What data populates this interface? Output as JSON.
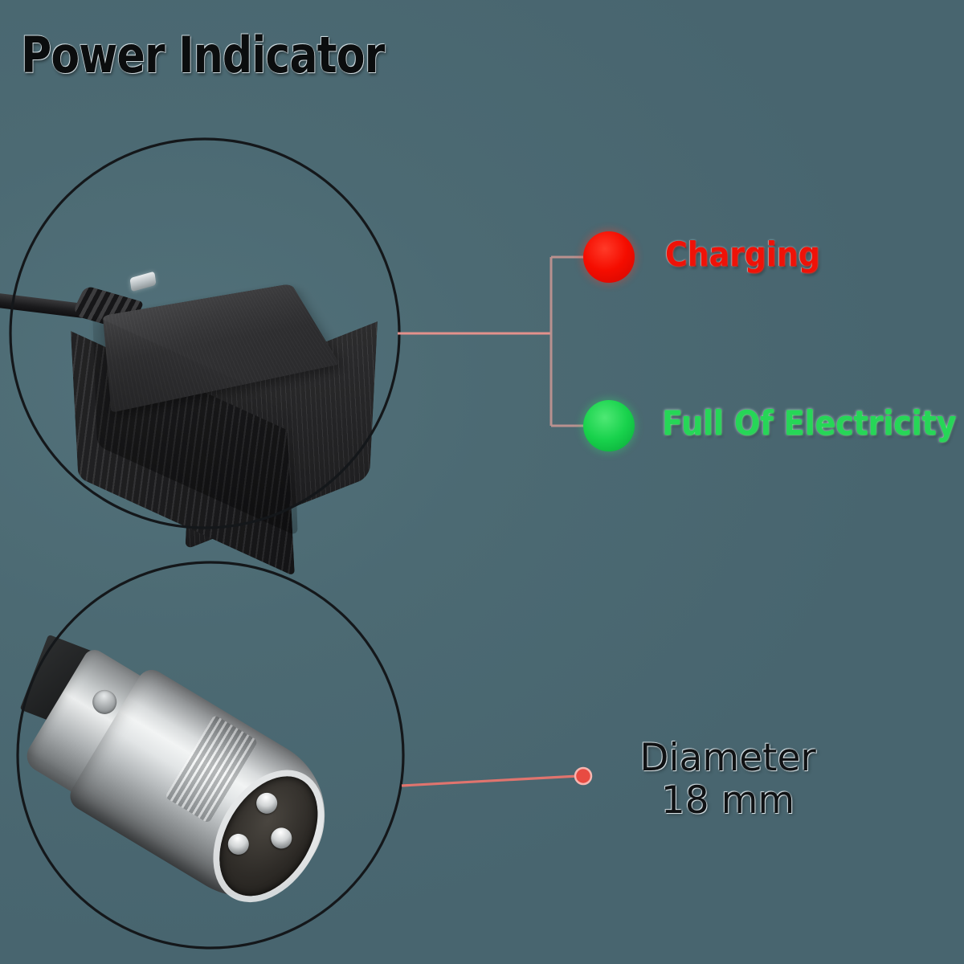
{
  "page": {
    "title": "Power Indicator",
    "background_color": "#4d6b74"
  },
  "sections": {
    "indicator": {
      "circle_label": "charger-brick-photo",
      "led_label": "status-led",
      "callouts": [
        {
          "id": "charging",
          "dot_color": "#f50d00",
          "label": "Charging"
        },
        {
          "id": "full",
          "dot_color": "#18d24c",
          "label": "Full Of Electricity"
        }
      ]
    },
    "connector": {
      "circle_label": "xlr-connector-photo",
      "pin_count": 3,
      "callout": {
        "line1": "Diameter",
        "line2": "18 mm"
      }
    }
  },
  "colors": {
    "leader_line": "#e08a86",
    "circle_outline": "#14171a",
    "title_text": "#0b0d0e",
    "charging_text": "#ef1208",
    "full_text": "#26d657",
    "diameter_text": "#101214"
  }
}
